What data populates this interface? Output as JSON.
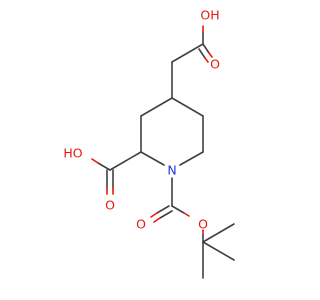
{
  "molecule": {
    "atom_labels": {
      "top_acid_hydroxyl": "OH",
      "top_acid_carbonyl_o": "O",
      "ring_acid_hydroxyl": "HO",
      "ring_acid_carbonyl_o": "O",
      "ring_nitrogen": "N",
      "boc_carbonyl_o": "O",
      "boc_ester_o": "O"
    },
    "colors": {
      "bond": "#404040",
      "oxygen": "#e8190f",
      "nitrogen": "#2433e0"
    }
  }
}
